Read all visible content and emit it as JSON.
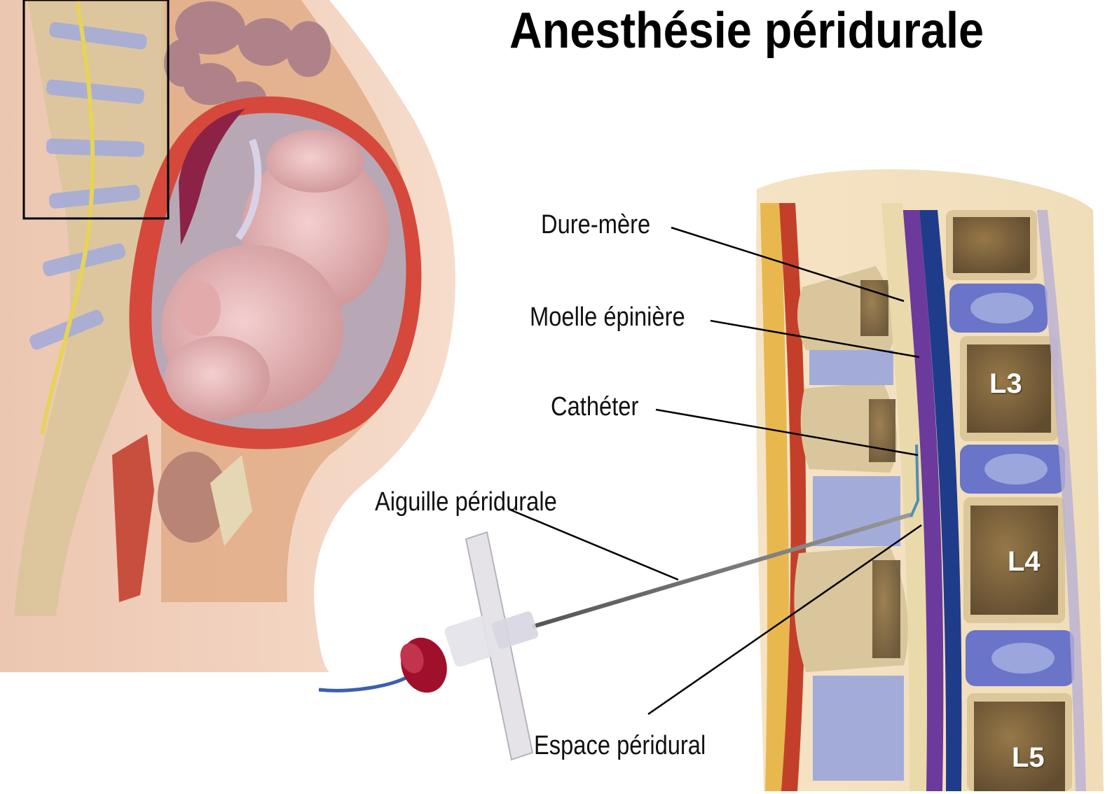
{
  "title": "Anesthésie péridurale",
  "labels": {
    "dura_mater": "Dure-mère",
    "spinal_cord": "Moelle épinière",
    "catheter": "Cathéter",
    "epidural_needle": "Aiguille péridurale",
    "epidural_space": "Espace péridural"
  },
  "vertebrae": [
    "L3",
    "L4",
    "L5"
  ],
  "colors": {
    "skin": "#f1d3be",
    "uterus_wall": "#d9473a",
    "fetus": "#e9b7b8",
    "bone": "#e2cfa6",
    "disc": "#9aa6dc",
    "spinal_cord": "#e8d6a6",
    "dura": "#6c3a9c",
    "ligament": "#c8432b",
    "needle_hub": "#a0102b"
  }
}
